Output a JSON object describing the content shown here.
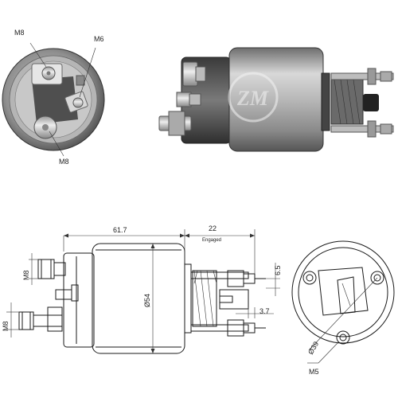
{
  "photo_end": {
    "labels": {
      "top_left": "M8",
      "top_right": "M6",
      "bottom": "M8"
    }
  },
  "photo_side": {
    "watermark": "ZM"
  },
  "drawing_side": {
    "dim_body_length": "61.7",
    "dim_plunger_travel": "22",
    "dim_plunger_note": "Engaged",
    "dim_terminal_top": "M8",
    "dim_terminal_bottom": "M8",
    "dim_diameter": "Ø54",
    "dim_offset_top": "6.5",
    "dim_offset_small": "3.7"
  },
  "drawing_end": {
    "dim_bolt_circle": "Ø39",
    "dim_mount_thread": "M5"
  },
  "colors": {
    "metal_light": "#d9d9d9",
    "metal_mid": "#a8a8a8",
    "metal_dark": "#555555",
    "line": "#1a1a1a"
  }
}
